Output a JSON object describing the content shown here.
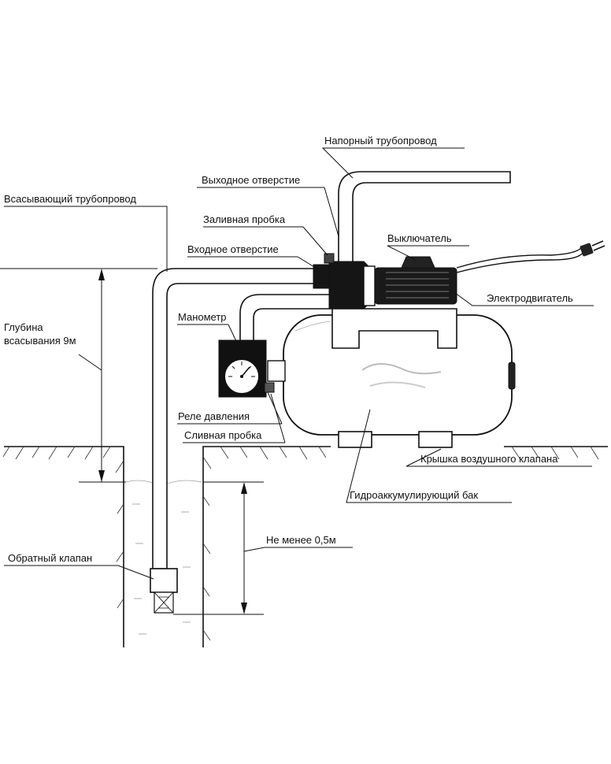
{
  "labels": {
    "pressure_pipe": "Напорный трубопровод",
    "outlet": "Выходное отверстие",
    "suction_pipe": "Всасывающий трубопровод",
    "fill_plug": "Заливная пробка",
    "inlet": "Входное отверстие",
    "switch": "Выключатель",
    "motor": "Электродвигатель",
    "gauge": "Манометр",
    "depth_line1": "Глубина",
    "depth_line2": "всасывания 9м",
    "pressure_relay": "Реле давления",
    "drain_plug": "Сливная пробка",
    "air_valve_cap": "Крышка воздушного клапана",
    "accumulator": "Гидроаккумулирующий бак",
    "min_depth": "Не менее 0,5м",
    "check_valve": "Обратный клапан"
  }
}
